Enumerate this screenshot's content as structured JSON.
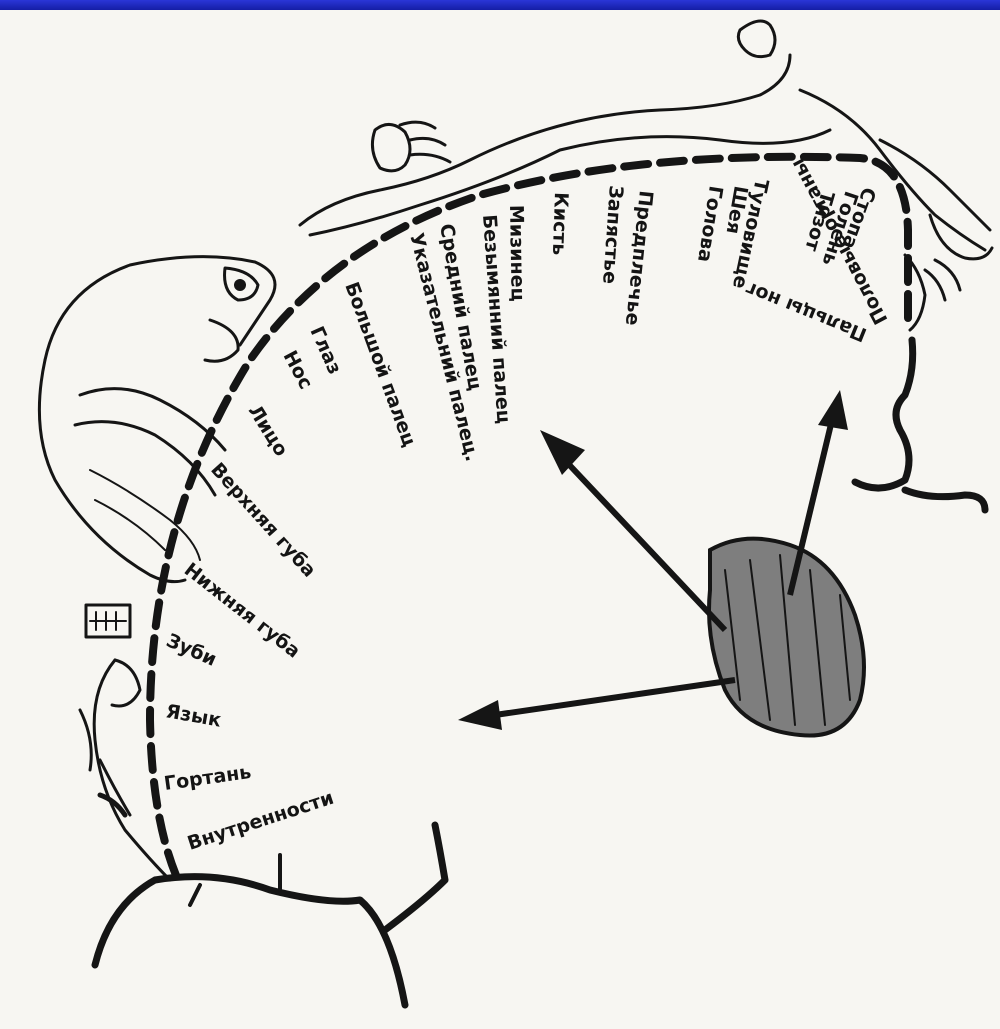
{
  "labels": [
    "Стопа",
    "Голень",
    "Тизот",
    "Туловище",
    "Шея",
    "Голова",
    "Предплечье",
    "Запястье",
    "Кисть",
    "Мизинец",
    "Безымянний палец",
    "Средний палец",
    "Указательний палец.",
    "Большой палец",
    "Глаз",
    "Нос",
    "Лицо",
    "Верхняя губа",
    "Нижняя губа",
    "Зуби",
    "Язык",
    "Гортань",
    "Внутренности",
    "Пальцы ног",
    "Половые органы"
  ]
}
